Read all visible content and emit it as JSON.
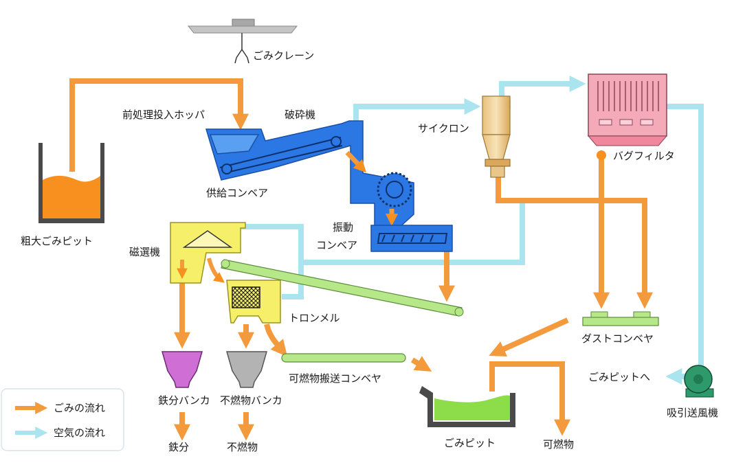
{
  "labels": {
    "crane": "ごみクレーン",
    "hopper": "前処理投入ホッパ",
    "crusher": "破砕機",
    "cyclone": "サイクロン",
    "bag_filter": "バグフィルタ",
    "bulky_pit": "粗大ごみピット",
    "feed_conveyor": "供給コンベア",
    "vibrating_conveyor_1": "振動",
    "vibrating_conveyor_2": "コンベア",
    "magnetic_separator": "磁選機",
    "trommel": "トロンメル",
    "dust_conveyor": "ダストコンベヤ",
    "to_refuse_pit": "ごみピットへ",
    "iron_bunker": "鉄分バンカ",
    "incombustible_bunker": "不燃物バンカ",
    "combustible_conveyor": "可燃物搬送コンベヤ",
    "suction_fan": "吸引送風機",
    "iron": "鉄分",
    "incombustibles": "不燃物",
    "refuse_pit": "ごみピット",
    "combustibles": "可燃物"
  },
  "legend": {
    "waste_flow": "ごみの流れ",
    "air_flow": "空気の流れ"
  },
  "colors": {
    "waste_flow": "#f39a3c",
    "air_flow": "#a9e4ef",
    "equipment_blue": "#2b78e4",
    "separator_yellow": "#f6ef6a",
    "conveyor_green": "#b6e88a",
    "cyclone_tan": "#f2d7a0",
    "filter_pink": "#f4aab9",
    "iron_bunker": "#cf6fd6",
    "incombustible_bunker": "#b3b3b3",
    "waste_orange": "#f7901e",
    "combustible_green": "#8ddc4a",
    "fan_green": "#2e9a6b"
  }
}
